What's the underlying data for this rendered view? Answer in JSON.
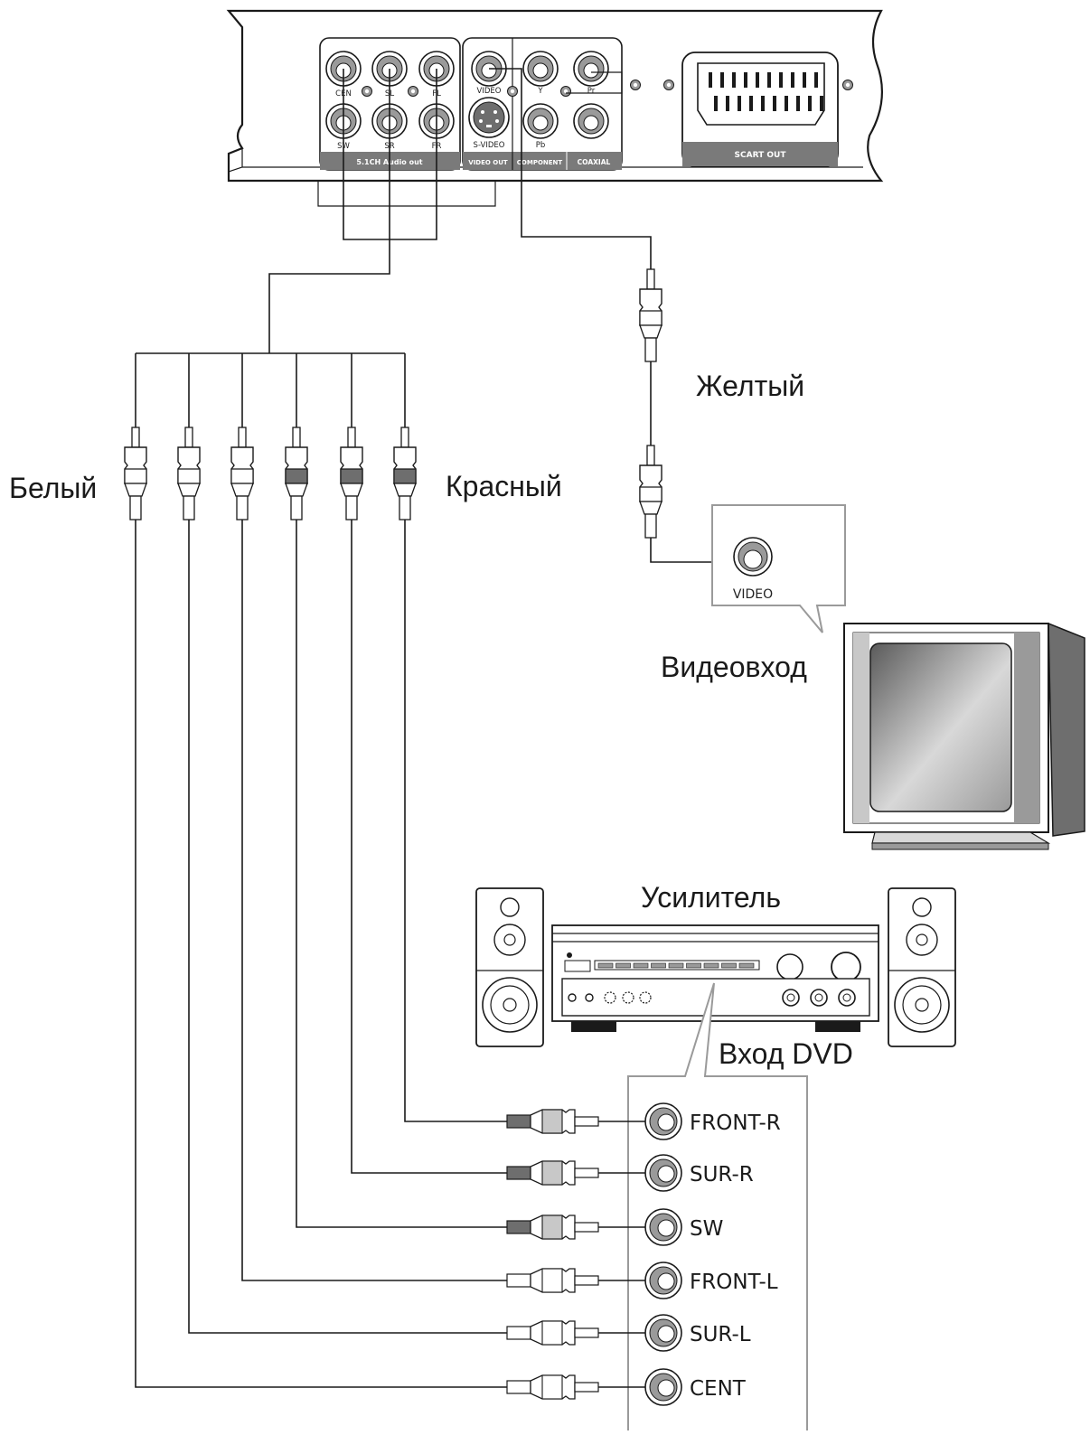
{
  "labels": {
    "white": "Белый",
    "red": "Красный",
    "yellow": "Желтый",
    "video_input": "Видеовход",
    "amplifier": "Усилитель",
    "dvd_input": "Вход DVD"
  },
  "dvd_panel": {
    "audio_jacks_top": [
      "CEN",
      "SL",
      "FL"
    ],
    "audio_jacks_bottom": [
      "SW",
      "SR",
      "FR"
    ],
    "video_label": "VIDEO",
    "svideo_label": "S-VIDEO",
    "y_label": "Y",
    "pr_label": "Pr",
    "pb_label": "Pb",
    "band_audio": "5.1CH Audio out",
    "band_video": "VIDEO OUT",
    "band_component": "COMPONENT",
    "band_coaxial": "COAXIAL",
    "scart_label": "SCART OUT"
  },
  "tv": {
    "video_jack_label": "VIDEO"
  },
  "amp_inputs": [
    "FRONT-R",
    "SUR-R",
    "SW",
    "FRONT-L",
    "SUR-L",
    "CENT"
  ],
  "colors": {
    "line": "#1a1a1a",
    "band_gray": "#7a7a7a",
    "plug_dark": "#6e6e6e",
    "plug_light": "#ffffff",
    "callout": "#9a9a9a"
  }
}
